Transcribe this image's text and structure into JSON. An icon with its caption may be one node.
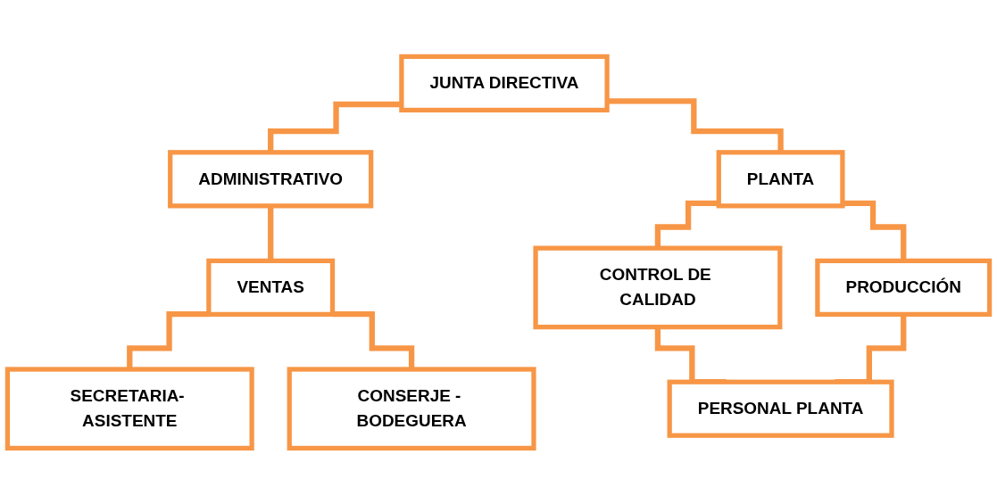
{
  "diagram": {
    "nodes": [
      {
        "text": [
          "JUNTA DIRECTIVA"
        ]
      },
      {
        "text": [
          "ADMINISTRATIVO"
        ]
      },
      {
        "text": [
          "PLANTA"
        ]
      },
      {
        "text": [
          "VENTAS"
        ]
      },
      {
        "text": [
          "CONTROL DE CALIDAD"
        ]
      },
      {
        "text": [
          "PRODUCCIÓN"
        ]
      },
      {
        "text": [
          "SECRETARIA- ASISTENTE"
        ]
      },
      {
        "text": [
          "CONSERJE - BODEGUERA"
        ]
      },
      {
        "text": [
          "PERSONAL PLANTA"
        ]
      }
    ],
    "edges": [
      {
        "from": 0,
        "to": 1,
        "arrow": "none"
      },
      {
        "from": 0,
        "to": 2,
        "arrow": "none"
      },
      {
        "from": 1,
        "to": 3,
        "arrow": "none"
      },
      {
        "from": 3,
        "to": 6,
        "arrow": "none"
      },
      {
        "from": 3,
        "to": 7,
        "arrow": "none"
      },
      {
        "from": 2,
        "to": 4,
        "arrow": "none"
      },
      {
        "from": 2,
        "to": 5,
        "arrow": "none"
      },
      {
        "from": 4,
        "to": 8,
        "arrow": "none"
      },
      {
        "from": 5,
        "to": 8,
        "arrow": "none"
      }
    ]
  }
}
